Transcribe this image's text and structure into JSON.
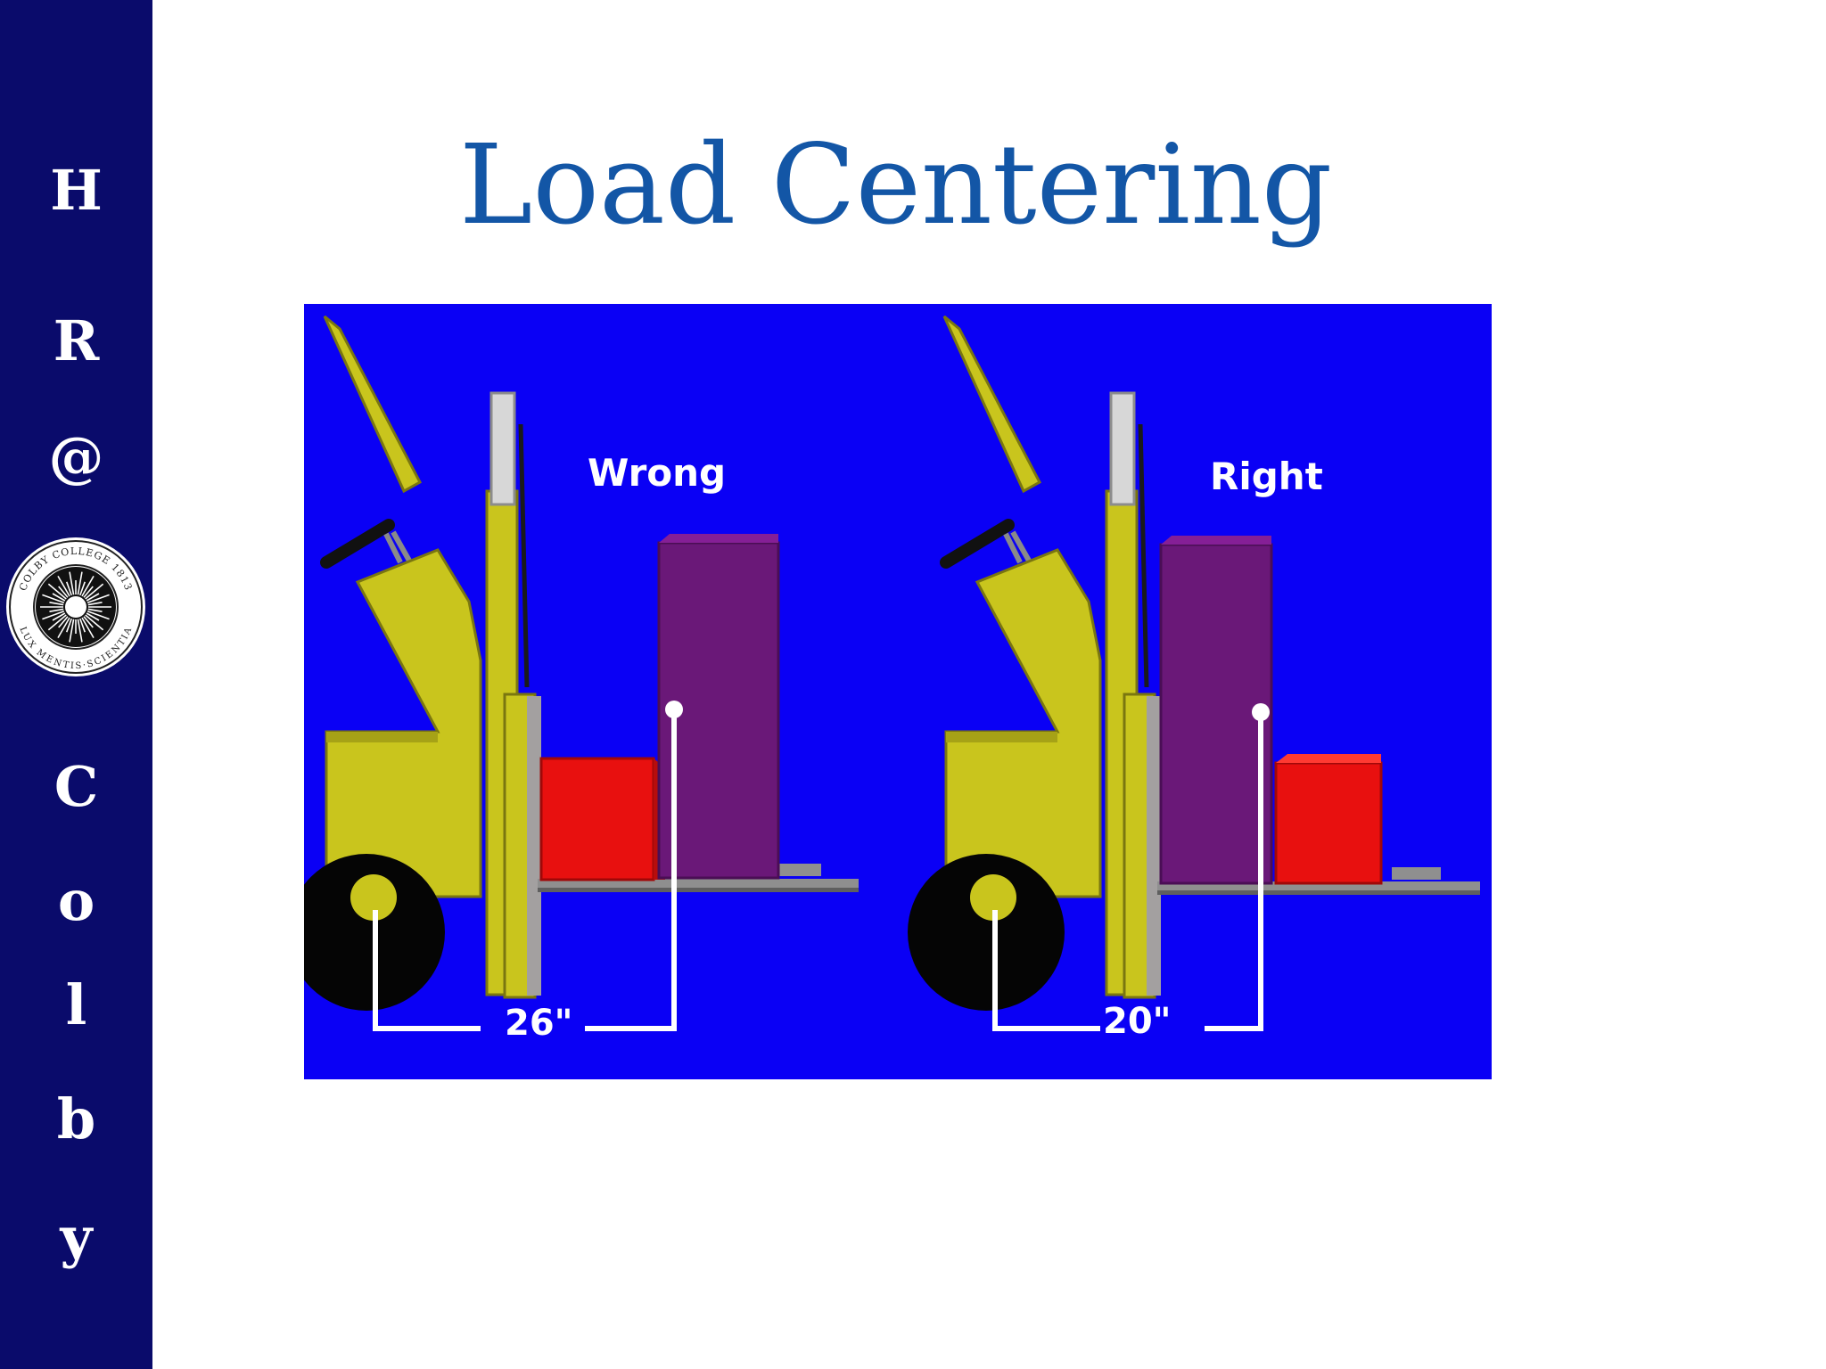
{
  "sidebar": {
    "letters": [
      "H",
      "R",
      "@",
      "C",
      "o",
      "l",
      "b",
      "y"
    ],
    "seal": {
      "top_text": "COLBY COLLEGE 1813",
      "bottom_text": "LUX MENTIS·SCIENTIA"
    }
  },
  "slide": {
    "title": "Load Centering"
  },
  "figure": {
    "background_color": "#0a00f5",
    "panels": [
      {
        "label": "Wrong",
        "distance": "26\""
      },
      {
        "label": "Right",
        "distance": "20\""
      }
    ]
  },
  "colors": {
    "sidebar": "#0a0b6b",
    "title": "#1356a6",
    "forklift": "#c9c51d",
    "load_tall": "#6a1878",
    "load_box": "#e8100f"
  }
}
